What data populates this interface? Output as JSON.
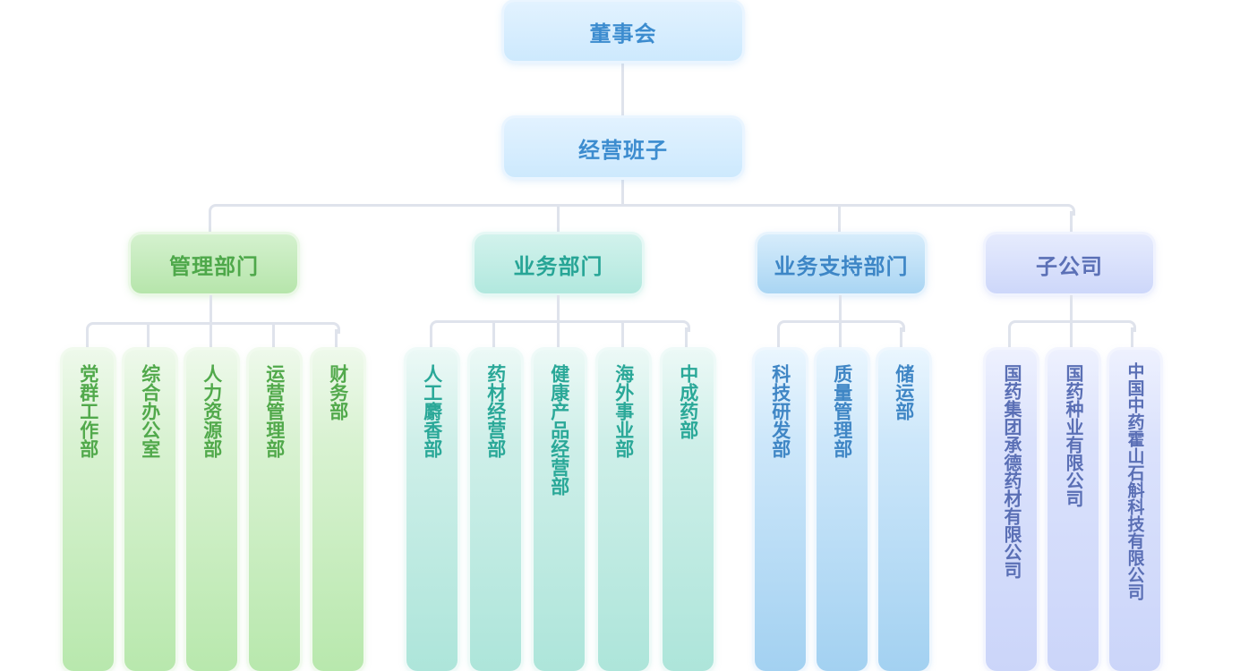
{
  "board": "董事会",
  "management": "经营班子",
  "colors": {
    "green": "#4ea84a",
    "teal": "#27a596",
    "blue": "#3d86c6",
    "lavender": "#5b70b6",
    "connector": "#dfe3ec"
  },
  "categories": [
    {
      "label": "管理部门",
      "theme": "green",
      "children": [
        "党群工作部",
        "综合办公室",
        "人力资源部",
        "运营管理部",
        "财务部"
      ]
    },
    {
      "label": "业务部门",
      "theme": "teal",
      "children": [
        "人工麝香部",
        "药材经营部",
        "健康产品经营部",
        "海外事业部",
        "中成药部"
      ]
    },
    {
      "label": "业务支持部门",
      "theme": "blue",
      "children": [
        "科技研发部",
        "质量管理部",
        "储运部"
      ]
    },
    {
      "label": "子公司",
      "theme": "lav",
      "children": [
        "国药集团承德药材有限公司",
        "国药种业有限公司",
        "中国中药霍山石斛科技有限公司"
      ]
    }
  ]
}
